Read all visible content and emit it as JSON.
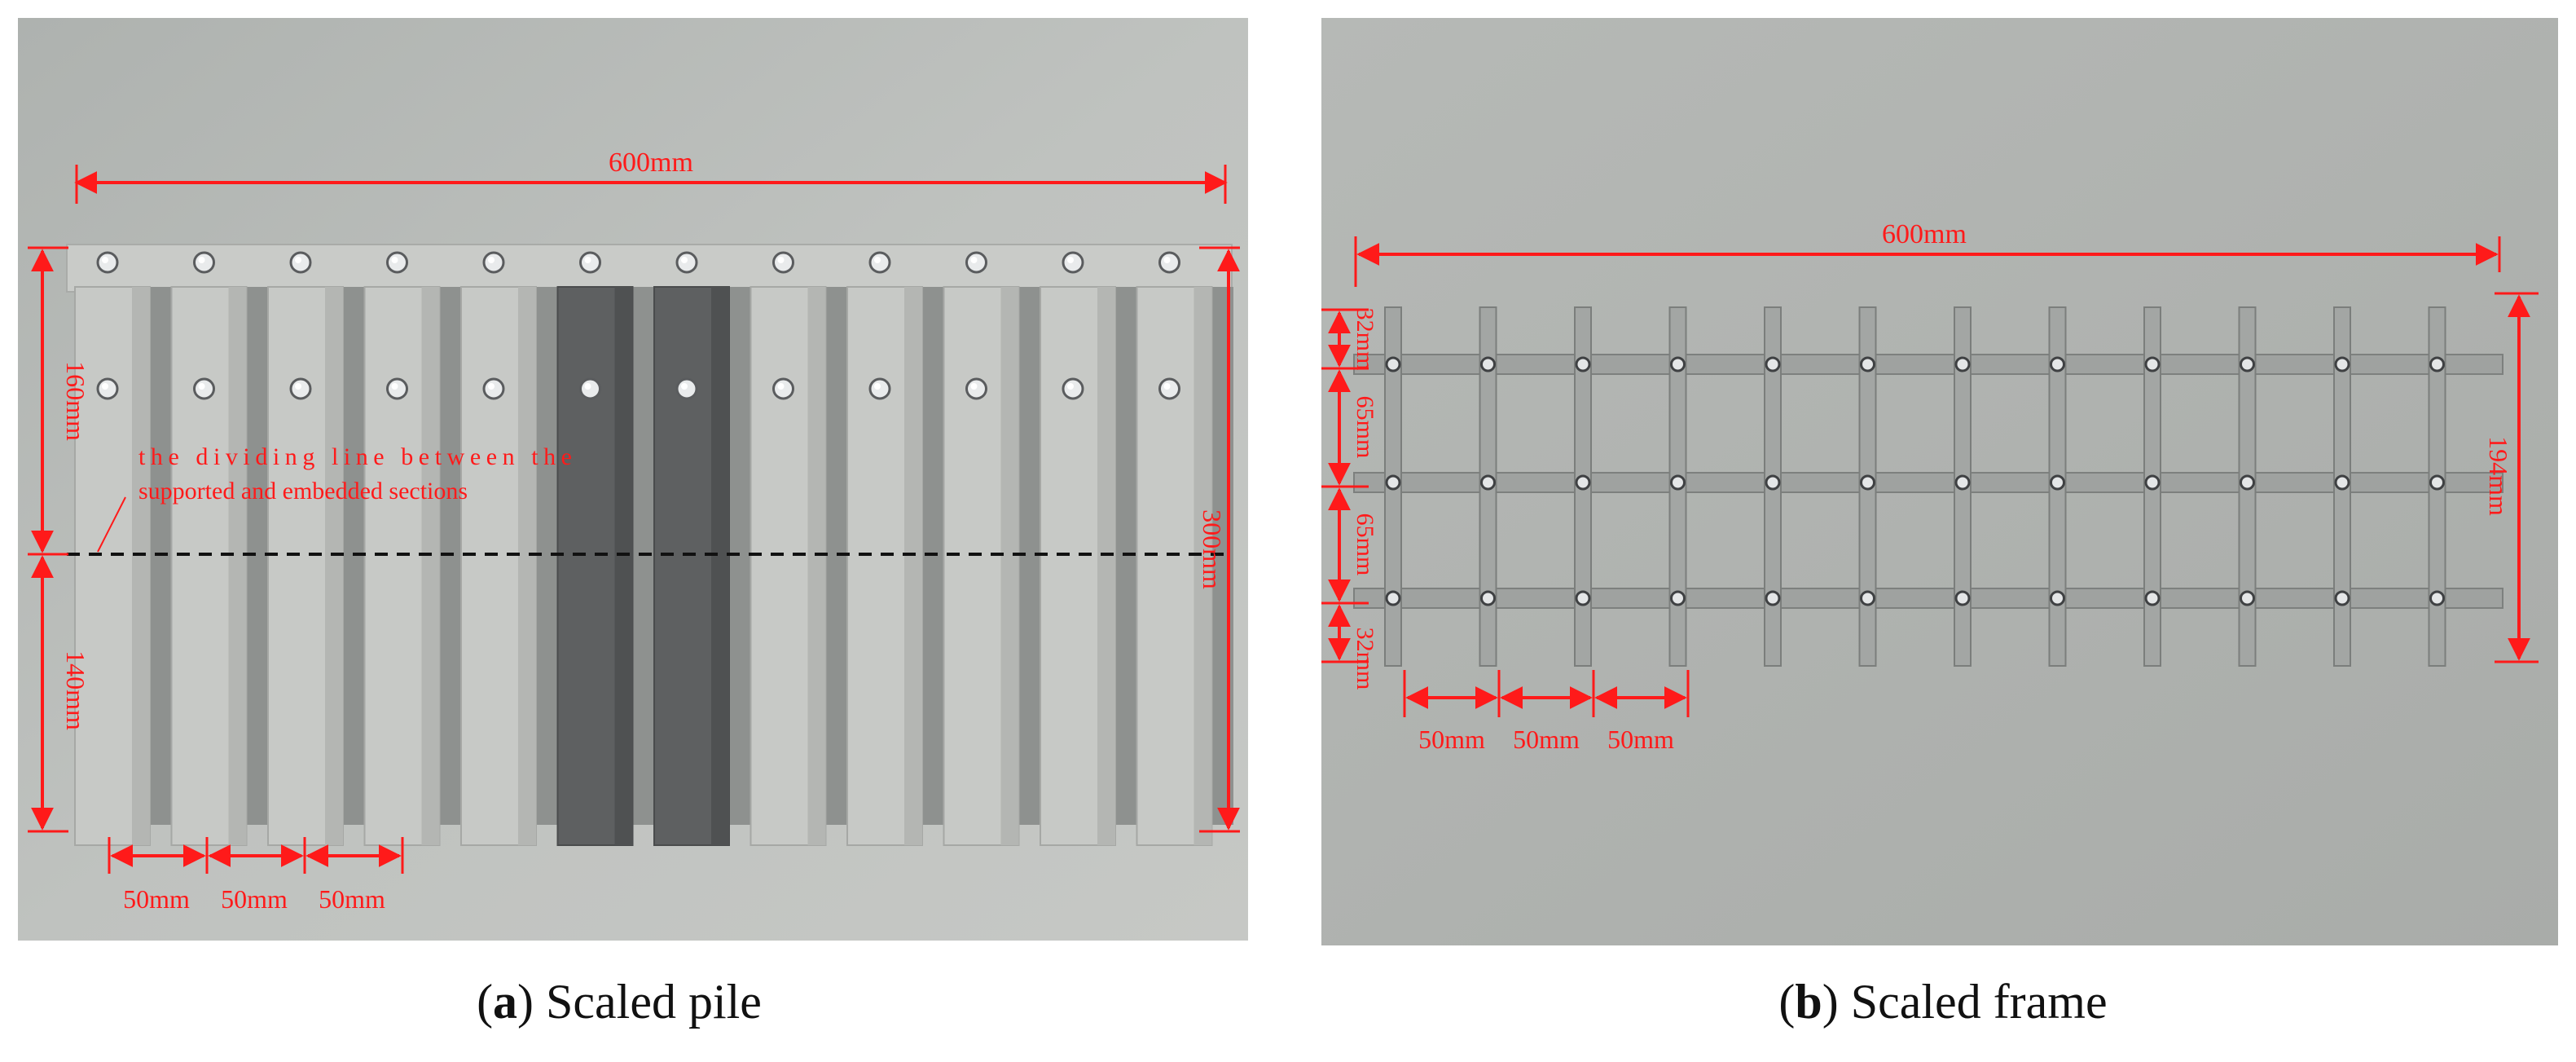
{
  "panel_a": {
    "dimensions": {
      "width": "600mm",
      "total_height": "300mm",
      "upper_height": "160mm",
      "lower_height": "140mm",
      "spacing": [
        "50mm",
        "50mm",
        "50mm"
      ]
    },
    "annotation": {
      "line1": "the dividing line between the",
      "line2": "supported and embedded sections"
    },
    "caption": {
      "letter": "a",
      "text": "Scaled pile"
    }
  },
  "panel_b": {
    "dimensions": {
      "width": "600mm",
      "height": "194mm",
      "row_spacing": [
        "32mm",
        "65mm",
        "65mm",
        "32mm"
      ],
      "spacing": [
        "50mm",
        "50mm",
        "50mm"
      ]
    },
    "caption": {
      "letter": "b",
      "text": "Scaled frame"
    }
  },
  "colors": {
    "annotation": "#ff1a1a",
    "background_concrete": "#b3b7b4",
    "pile_light": "#c7c9c6",
    "pile_dark": "#5e6061"
  }
}
